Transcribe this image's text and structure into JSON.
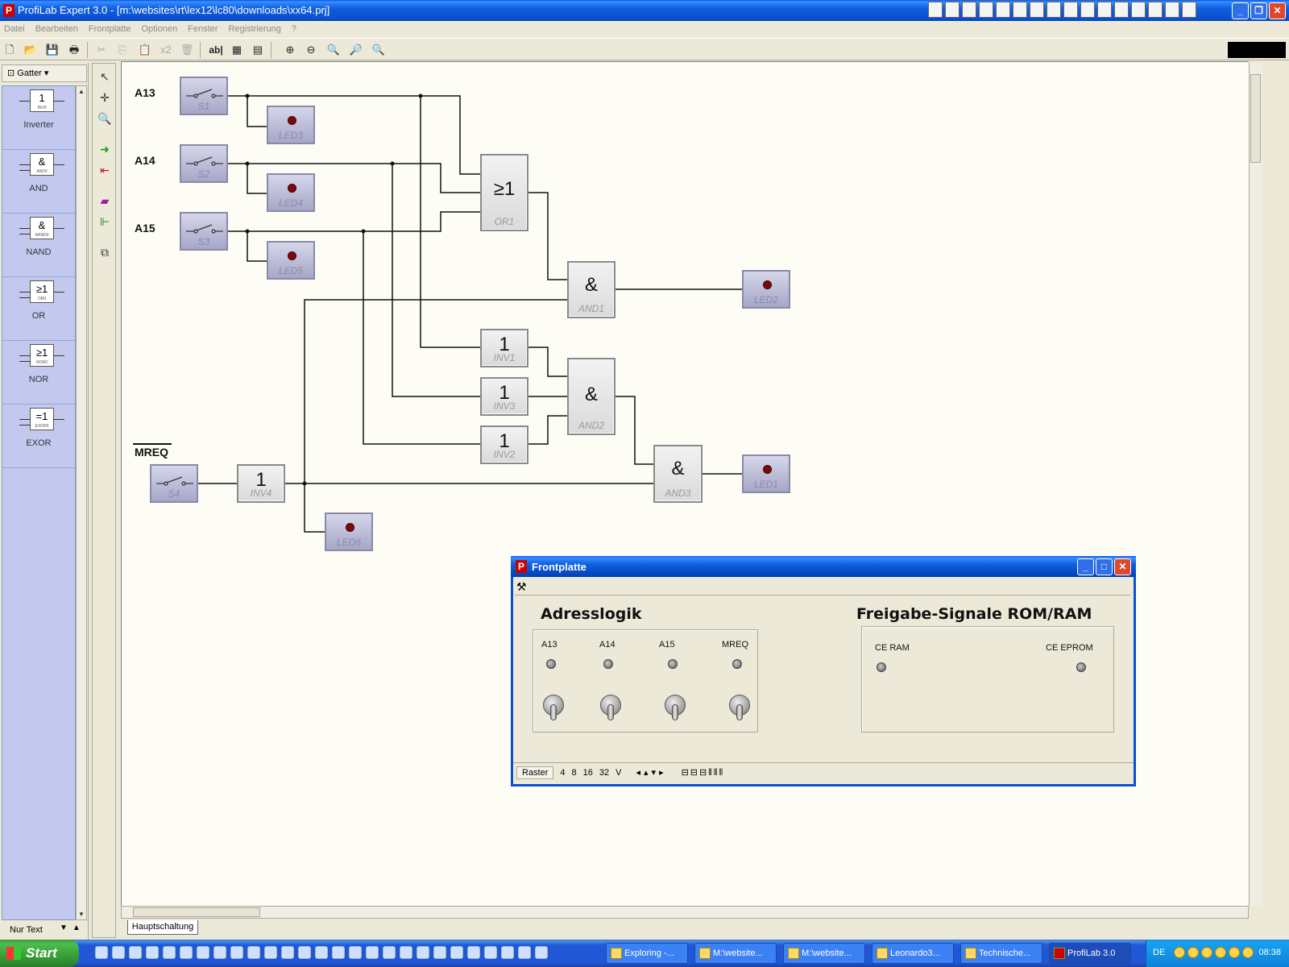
{
  "window": {
    "title": "ProfiLab Expert 3.0 - [m:\\websites\\rt\\lex12\\lc80\\downloads\\xx64.prj]"
  },
  "menu": [
    "Datei",
    "Bearbeiten",
    "Frontplatte",
    "Optionen",
    "Fenster",
    "Registrierung",
    "?"
  ],
  "toolbar": {
    "text_tool": "ab|",
    "multiply": "x2"
  },
  "palette": {
    "category": "Gatter",
    "items": [
      {
        "symbol": "1",
        "small": "INV0",
        "label": "Inverter"
      },
      {
        "symbol": "&",
        "small": "AND0",
        "label": "AND"
      },
      {
        "symbol": "&",
        "small": "NAND0",
        "label": "NAND"
      },
      {
        "symbol": "≥1",
        "small": "OR0",
        "label": "OR"
      },
      {
        "symbol": "≥1",
        "small": "NOR0",
        "label": "NOR"
      },
      {
        "symbol": "=1",
        "small": "EXOR0",
        "label": "EXOR"
      }
    ],
    "footer": "Nur Text"
  },
  "circuit": {
    "signals": {
      "a13": "A13",
      "a14": "A14",
      "a15": "A15",
      "mreq": "MREQ"
    },
    "switches": {
      "s1": "S1",
      "s2": "S2",
      "s3": "S3",
      "s4": "S4"
    },
    "leds": {
      "led1": "LED1",
      "led2": "LED2",
      "led3": "LED3",
      "led4": "LED4",
      "led5": "LED5",
      "led6": "LED6"
    },
    "gates": {
      "or1": {
        "symbol": "≥1",
        "name": "OR1"
      },
      "and1": {
        "symbol": "&",
        "name": "AND1"
      },
      "and2": {
        "symbol": "&",
        "name": "AND2"
      },
      "and3": {
        "symbol": "&",
        "name": "AND3"
      },
      "inv1": {
        "symbol": "1",
        "name": "INV1"
      },
      "inv2": {
        "symbol": "1",
        "name": "INV2"
      },
      "inv3": {
        "symbol": "1",
        "name": "INV3"
      },
      "inv4": {
        "symbol": "1",
        "name": "INV4"
      }
    }
  },
  "sheet_tab": "Hauptschaltung",
  "frontplatte": {
    "title": "Frontplatte",
    "heading_left": "Adresslogik",
    "heading_right": "Freigabe-Signale ROM/RAM",
    "inputs": [
      "A13",
      "A14",
      "A15",
      "MREQ"
    ],
    "outputs": [
      "CE RAM",
      "CE EPROM"
    ],
    "status": {
      "raster": "Raster",
      "values": [
        "4",
        "8",
        "16",
        "32",
        "V"
      ]
    }
  },
  "taskbar": {
    "start": "Start",
    "tasks": [
      "Exploring -...",
      "M:\\website...",
      "M:\\website...",
      "Leonardo3...",
      "Technische...",
      "ProfiLab 3.0"
    ],
    "lang": "DE",
    "clock": "08:38"
  }
}
